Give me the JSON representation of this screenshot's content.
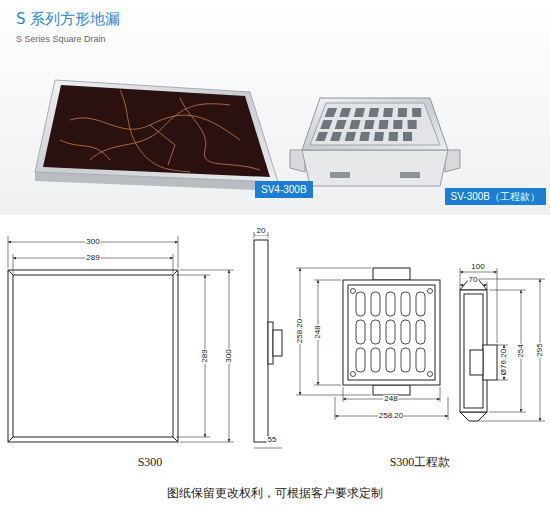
{
  "diagram": {
    "title": "S 系列方形地漏",
    "caption": "图纸保留更改权利，可根据客户要求定制",
    "nodes": [
      {
        "text": [
          "SV4-300B"
        ]
      },
      {
        "text": [
          "SV-300B（工程款）"
        ]
      }
    ],
    "edges": [],
    "labels": [
      "S Series Square Drain",
      "300",
      "289",
      "289",
      "300",
      "20",
      "55",
      "S300",
      "258.20",
      "248",
      "100",
      "70",
      "Ø76.20",
      "254",
      "295",
      "248",
      "258.20",
      "S300工程款"
    ]
  }
}
